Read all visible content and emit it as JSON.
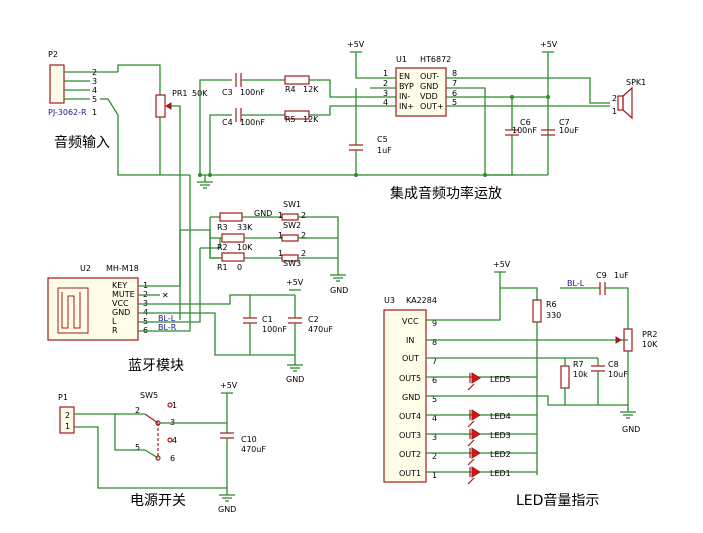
{
  "blocks": {
    "audio_input": "音频输入",
    "amp": "集成音频功率运放",
    "bluetooth": "蓝牙模块",
    "power_switch": "电源开关",
    "led_meter": "LED音量指示"
  },
  "p2": {
    "ref": "P2",
    "part": "PJ-3062-R",
    "pins": [
      "2",
      "3",
      "4",
      "5",
      "1"
    ]
  },
  "pr1": {
    "ref": "PR1",
    "value": "50K"
  },
  "c3": {
    "ref": "C3",
    "value": "100nF"
  },
  "c4": {
    "ref": "C4",
    "value": "100nF"
  },
  "r4": {
    "ref": "R4",
    "value": "12K"
  },
  "r5": {
    "ref": "R5",
    "value": "12K"
  },
  "c5": {
    "ref": "C5",
    "value": "1uF"
  },
  "c6": {
    "ref": "C6",
    "value": "100nF"
  },
  "c7": {
    "ref": "C7",
    "value": "10uF"
  },
  "u1": {
    "ref": "U1",
    "part": "HT6872",
    "left_pins": [
      {
        "n": "1",
        "name": "EN"
      },
      {
        "n": "2",
        "name": "BYP"
      },
      {
        "n": "3",
        "name": "IN-"
      },
      {
        "n": "4",
        "name": "IN+"
      }
    ],
    "right_pins": [
      {
        "n": "8",
        "name": "OUT-"
      },
      {
        "n": "7",
        "name": "GND"
      },
      {
        "n": "6",
        "name": "VDD"
      },
      {
        "n": "5",
        "name": "OUT+"
      }
    ]
  },
  "spk1": {
    "ref": "SPK1",
    "pins": [
      "2",
      "1"
    ]
  },
  "vcc": "+5V",
  "gnd": "GND",
  "switches": {
    "sw1": "SW1",
    "sw2": "SW2",
    "sw3": "SW3",
    "r3": {
      "ref": "R3",
      "value": "33K"
    },
    "r2": {
      "ref": "R2",
      "value": "10K"
    },
    "r1": {
      "ref": "R1",
      "value": "0"
    },
    "pin1": "1",
    "pin2": "2"
  },
  "u2": {
    "ref": "U2",
    "part": "MH-M18",
    "pins": [
      {
        "n": "1",
        "name": "KEY"
      },
      {
        "n": "2",
        "name": "MUTE"
      },
      {
        "n": "3",
        "name": "VCC"
      },
      {
        "n": "4",
        "name": "GND"
      },
      {
        "n": "5",
        "name": "L"
      },
      {
        "n": "6",
        "name": "R"
      }
    ],
    "net_l": "BL-L",
    "net_r": "BL-R"
  },
  "c1": {
    "ref": "C1",
    "value": "100nF"
  },
  "c2": {
    "ref": "C2",
    "value": "470uF"
  },
  "p1": {
    "ref": "P1",
    "pins": [
      "2",
      "1"
    ]
  },
  "sw5": {
    "ref": "SW5",
    "pins": [
      "1",
      "2",
      "3",
      "4",
      "5",
      "6"
    ]
  },
  "c10": {
    "ref": "C10",
    "value": "470uF"
  },
  "u3": {
    "ref": "U3",
    "part": "KA2284",
    "pins": [
      {
        "n": "9",
        "name": "VCC"
      },
      {
        "n": "8",
        "name": "IN"
      },
      {
        "n": "7",
        "name": "OUT"
      },
      {
        "n": "6",
        "name": "OUT5"
      },
      {
        "n": "5",
        "name": "GND"
      },
      {
        "n": "4",
        "name": "OUT4"
      },
      {
        "n": "3",
        "name": "OUT3"
      },
      {
        "n": "2",
        "name": "OUT2"
      },
      {
        "n": "1",
        "name": "OUT1"
      }
    ]
  },
  "r6": {
    "ref": "R6",
    "value": "330"
  },
  "c9": {
    "ref": "C9",
    "value": "1uF"
  },
  "bl_l": "BL-L",
  "pr2": {
    "ref": "PR2",
    "value": "10K"
  },
  "r7": {
    "ref": "R7",
    "value": "10k"
  },
  "c8": {
    "ref": "C8",
    "value": "10uF"
  },
  "leds": [
    "LED5",
    "LED4",
    "LED3",
    "LED2",
    "LED1"
  ]
}
